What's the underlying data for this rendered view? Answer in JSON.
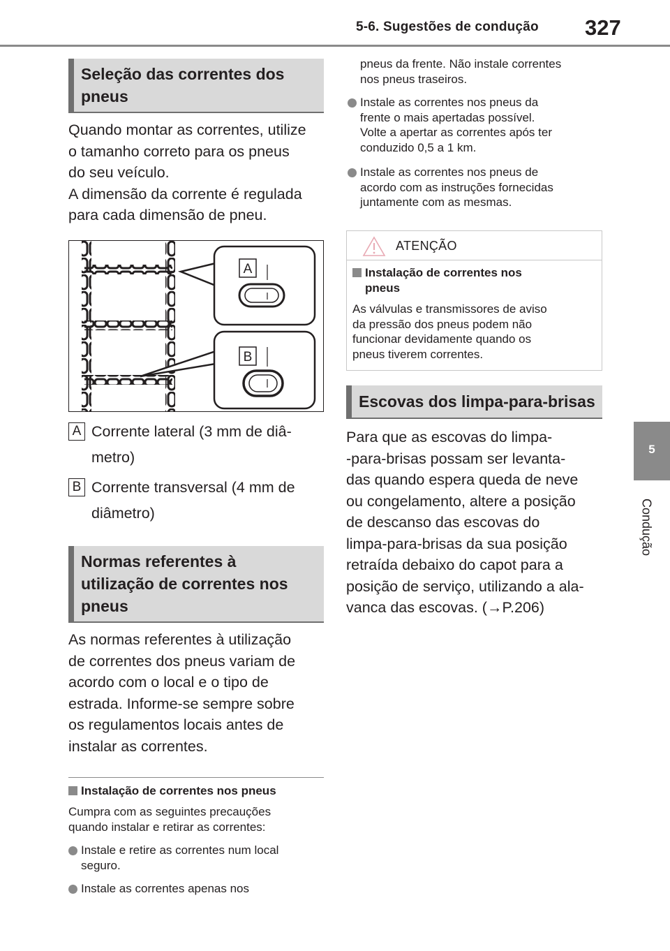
{
  "header": {
    "title": "5-6. Sugestões de condução",
    "page_number": "327"
  },
  "side_tab": {
    "number": "5",
    "label": "Condução"
  },
  "left": {
    "section1_title_line1": "Seleção das correntes dos",
    "section1_title_line2": "pneus",
    "section1_body": [
      "Quando montar as correntes, utilize",
      "o tamanho correto para os pneus",
      "do seu veículo.",
      "A dimensão da corrente é regulada",
      "para cada dimensão de pneu."
    ],
    "figure": {
      "label_a": "A",
      "label_b": "B"
    },
    "legend": [
      {
        "letter": "A",
        "line1": "Corrente lateral (3 mm de diâ-",
        "line2": "metro)"
      },
      {
        "letter": "B",
        "line1": "Corrente transversal (4 mm de",
        "line2": "diâmetro)"
      }
    ],
    "section2_title": [
      "Normas referentes à",
      "utilização de correntes nos",
      "pneus"
    ],
    "section2_body": [
      "As normas referentes à utilização",
      "de correntes dos pneus variam de",
      "acordo com o local e o tipo de",
      "estrada. Informe-se sempre sobre",
      "os regulamentos locais antes de",
      "instalar as correntes."
    ],
    "install_heading": "Instalação de correntes nos pneus",
    "install_intro": [
      "Cumpra com as seguintes precauções",
      "quando instalar e retirar as correntes:"
    ],
    "install_bullets": [
      [
        "Instale e retire as correntes num local",
        "seguro."
      ],
      [
        "Instale as correntes apenas nos"
      ]
    ]
  },
  "right": {
    "continued": [
      "pneus da frente. Não instale correntes",
      "nos pneus traseiros."
    ],
    "bullets": [
      [
        "Instale as correntes nos pneus da",
        "frente o mais apertadas possível.",
        "Volte a apertar as correntes após ter",
        "conduzido 0,5 a 1 km."
      ],
      [
        "Instale as correntes nos pneus de",
        "acordo com as instruções fornecidas",
        "juntamente com as mesmas."
      ]
    ],
    "warning": {
      "title": "ATENÇÃO",
      "heading_line1": "Instalação de correntes nos",
      "heading_line2": "pneus",
      "body": [
        "As válvulas e transmissores de aviso",
        "da pressão dos pneus podem não",
        "funcionar devidamente quando os",
        "pneus tiverem correntes."
      ]
    },
    "section3_title": "Escovas dos limpa-para-brisas",
    "section3_body": [
      "Para que as escovas do limpa-",
      "-para-brisas possam ser levanta-",
      "das quando espera queda de neve",
      "ou congelamento, altere a posição",
      "de descanso das escovas do",
      "limpa-para-brisas da sua posição",
      "retraída debaixo do capot para a",
      "posição de serviço, utilizando a ala-",
      "vanca das escovas. (→P.206)"
    ]
  },
  "colors": {
    "accent_gray": "#8a8a8a",
    "title_bg": "#d9d9d9",
    "warning_triangle": "#e8a9b3"
  }
}
